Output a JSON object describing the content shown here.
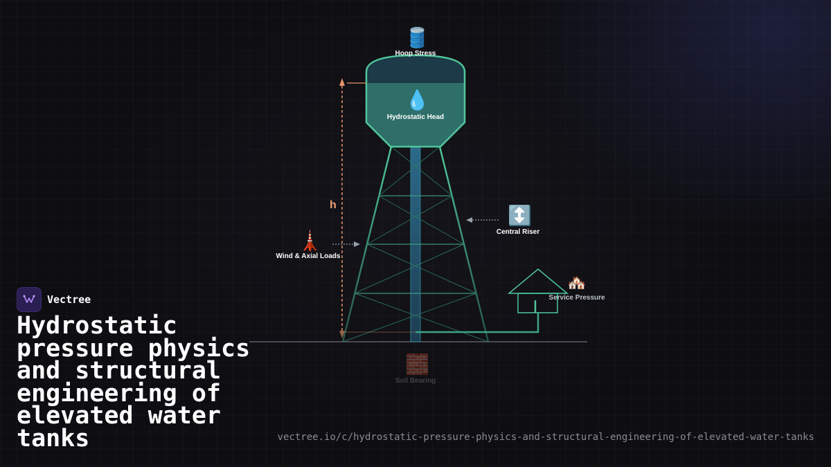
{
  "brand": {
    "name": "Vectree",
    "logo_icon": "vectree-logo-icon"
  },
  "title": "Hydrostatic pressure physics and structural engineering of elevated water tanks",
  "url": "vectree.io/c/hydrostatic-pressure-physics-and-structural-engineering-of-elevated-water-tanks",
  "diagram": {
    "height_label": "h",
    "labels": {
      "hoop_stress": "Hoop Stress",
      "hydrostatic_head": "Hydrostatic Head",
      "central_riser": "Central Riser",
      "wind_axial": "Wind & Axial Loads",
      "service_pressure": "Service Pressure",
      "soil_bearing": "Soil Bearing"
    },
    "icons": {
      "hoop_stress": "🛢️",
      "hydrostatic_head": "💧",
      "central_riser": "↕️",
      "wind_axial": "🗼",
      "service_pressure": "🏘️",
      "soil_bearing": "🧱"
    },
    "colors": {
      "structure": "#4fc79a",
      "water": "#2f6f6a",
      "riser": "#2c6a8a",
      "height_marker": "#e8956a"
    }
  }
}
